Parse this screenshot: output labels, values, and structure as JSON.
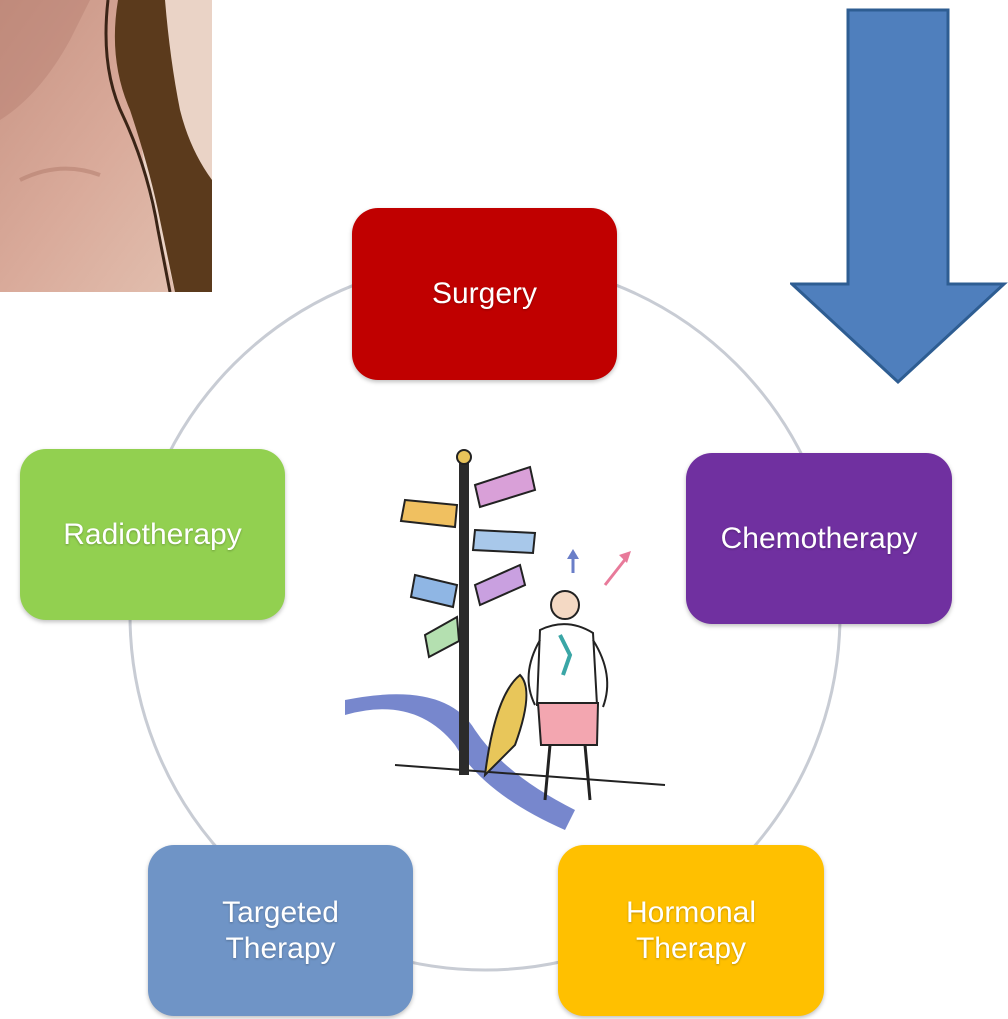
{
  "diagram": {
    "title": "",
    "nodes": [
      {
        "id": "surgery",
        "label": "Surgery",
        "color": "#c00000"
      },
      {
        "id": "chemotherapy",
        "label": "Chemotherapy",
        "color": "#7030a0"
      },
      {
        "id": "hormonal",
        "label": "Hormonal\nTherapy",
        "color": "#ffc000"
      },
      {
        "id": "targeted",
        "label": "Targeted\nTherapy",
        "color": "#6f94c6"
      },
      {
        "id": "radiotherapy",
        "label": "Radiotherapy",
        "color": "#92d050"
      }
    ],
    "connector_color": "#c8ccd4",
    "arrow": {
      "color": "#4f7fbd",
      "direction": "down",
      "points_to": "chemotherapy"
    },
    "center_icon": "signpost-person-icon",
    "corner_image": "skin-photo-image"
  }
}
